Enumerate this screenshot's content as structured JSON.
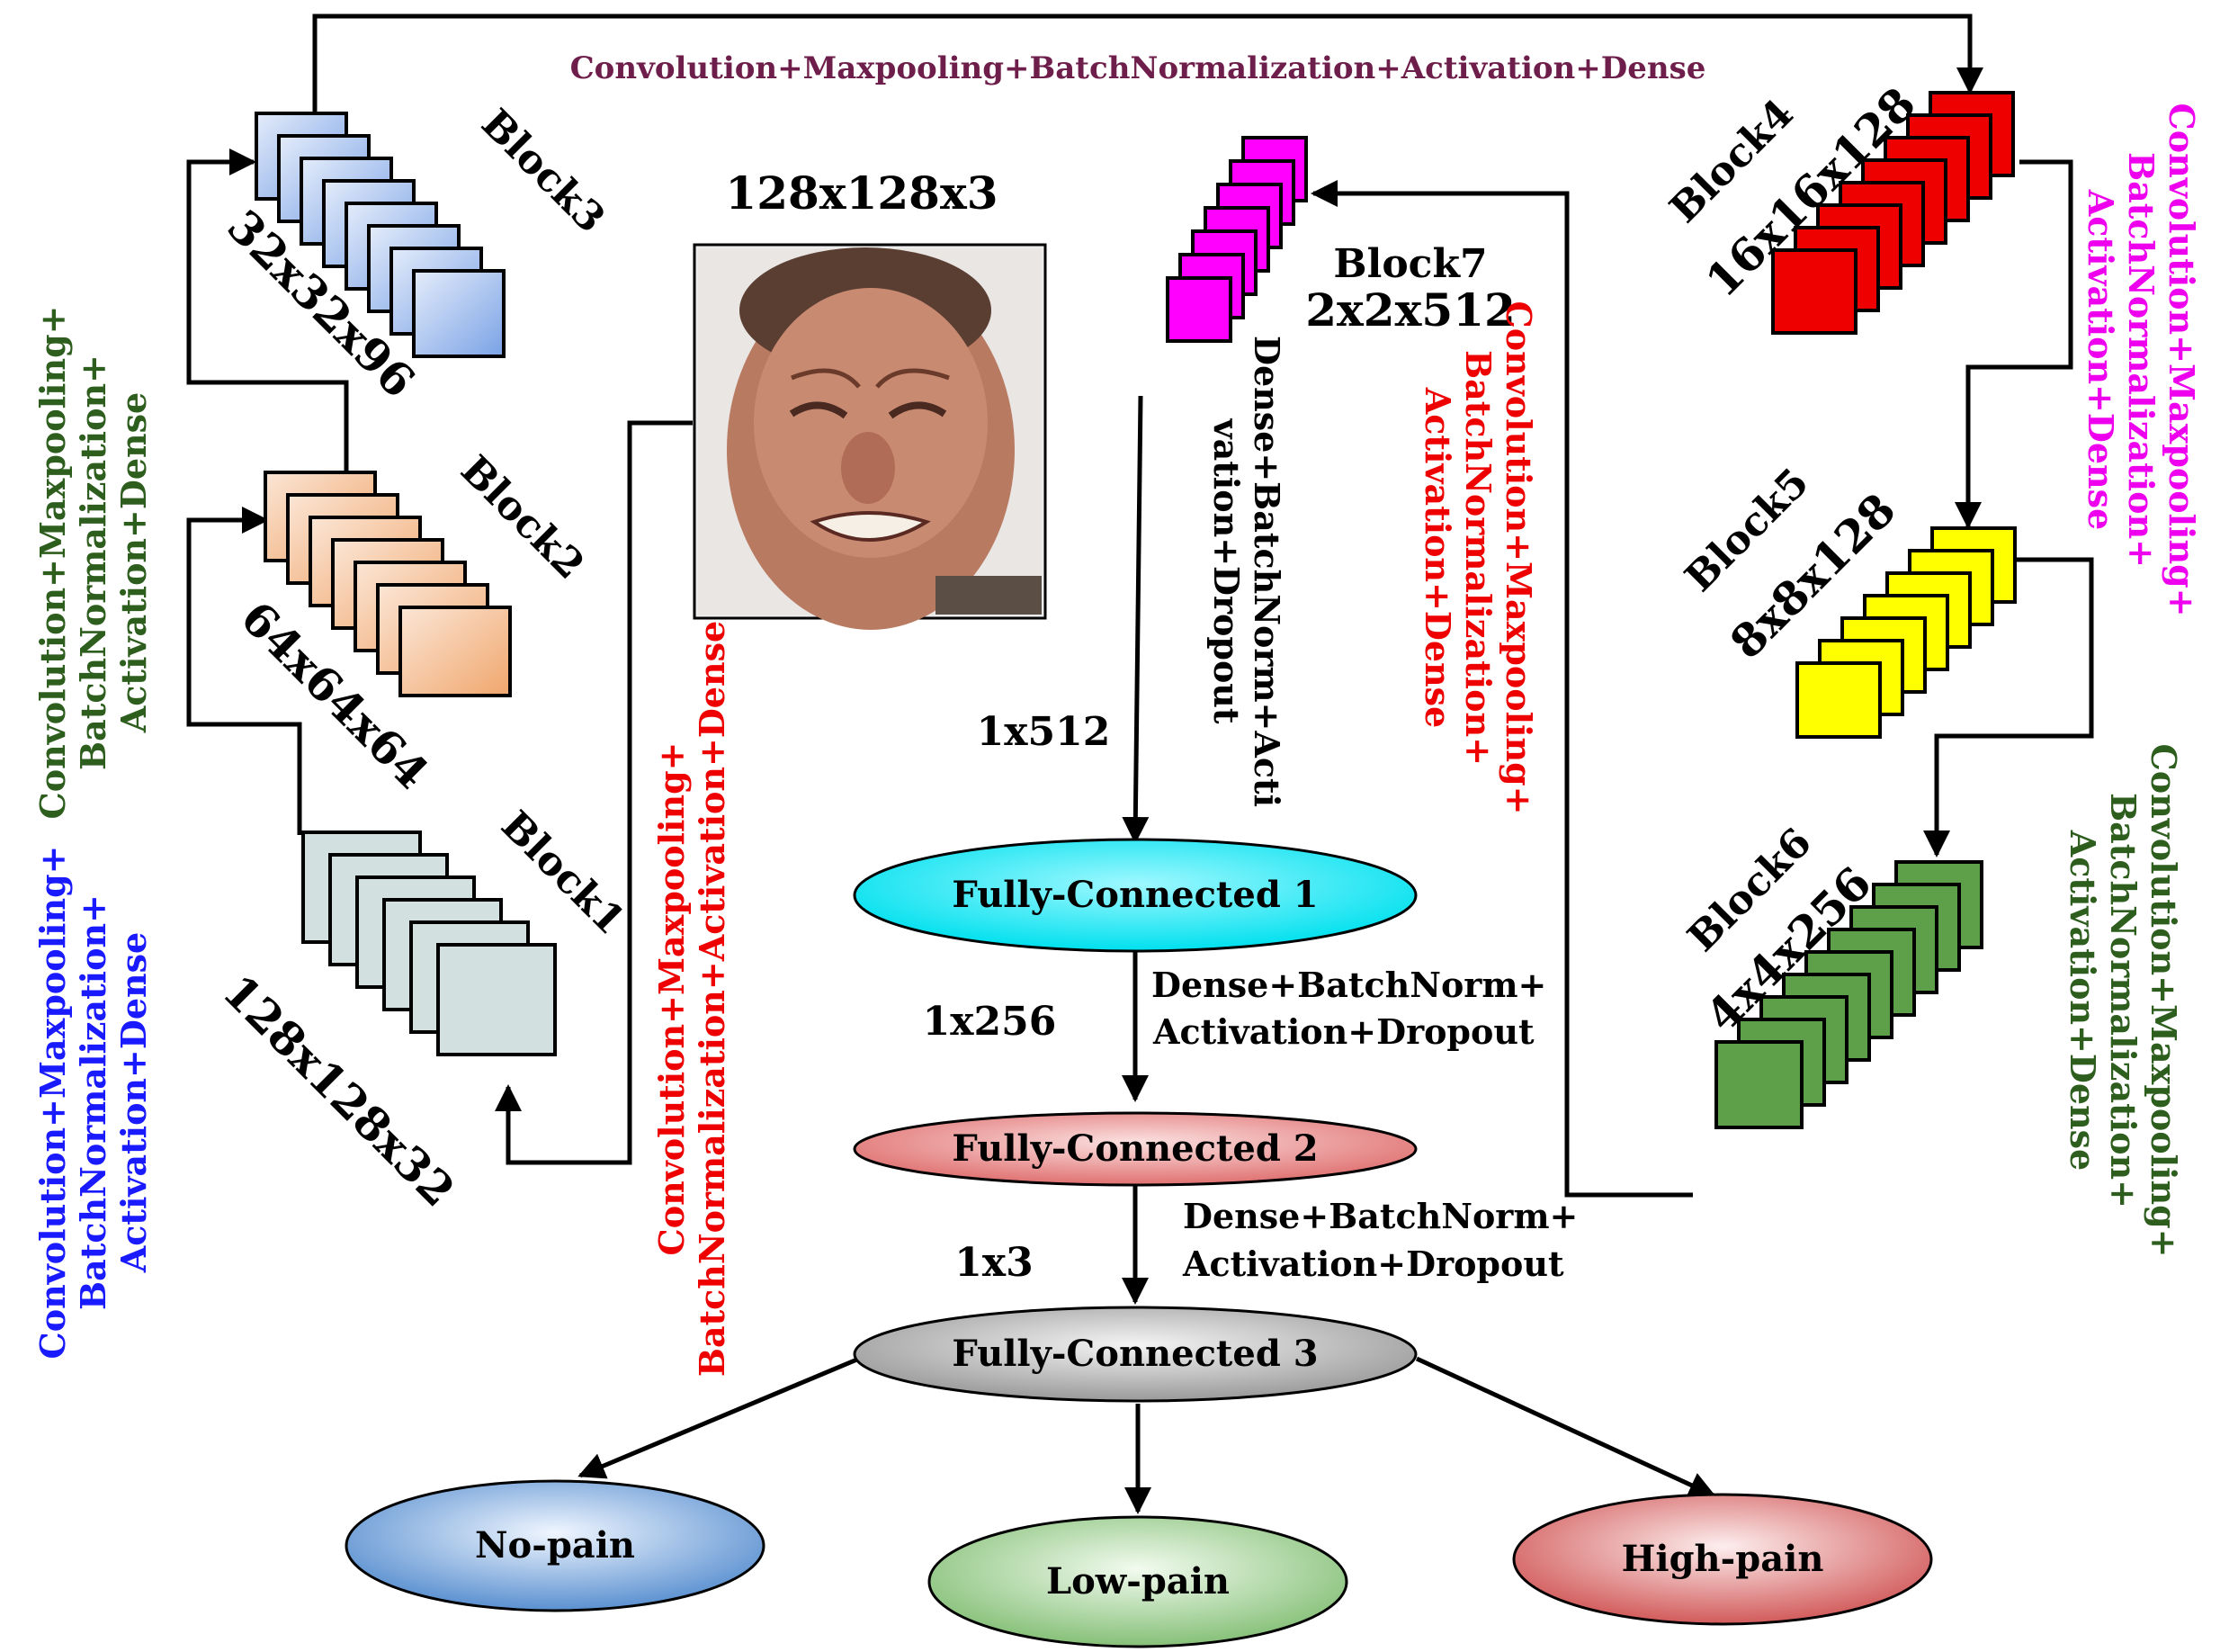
{
  "input": {
    "size_label": "128x128x3",
    "image": "grimacing-face-photo"
  },
  "top_operation": "Convolution+Maxpooling+BatchNormalization+Activation+Dense",
  "blocks": [
    {
      "name": "Block1",
      "dims": "128x128x32",
      "color": "#d3e0e0",
      "operation": [
        "Convolution+Maxpooling+",
        "BatchNormalization+",
        "Activation+Dense"
      ],
      "op_color": "#1a1aff"
    },
    {
      "name": "Block2",
      "dims": "64x64x64",
      "color": "#f4b382",
      "operation": [
        "Convolution+Maxpooling+",
        "BatchNormalization+",
        "Activation+Dense"
      ],
      "op_color": "#2e5e1e"
    },
    {
      "name": "Block3",
      "dims": "32x32x96",
      "color": "#8fb0ea",
      "operation": [],
      "op_color": ""
    },
    {
      "name": "Block4",
      "dims": "16x16x128",
      "color": "#ee0000",
      "operation": [
        "Convolution+Maxpooling+",
        "BatchNormalization+",
        "Activation+Dense"
      ],
      "op_color": "#ee00ee"
    },
    {
      "name": "Block5",
      "dims": "8x8x128",
      "color": "#ffff00",
      "operation": [
        "Convolution+Maxpooling+",
        "BatchNormalization+",
        "Activation+Dense"
      ],
      "op_color": "#2e5e1e"
    },
    {
      "name": "Block6",
      "dims": "4x4x256",
      "color": "#5ea04a",
      "operation": [
        "Convolution+Maxpooling+",
        "BatchNormalization+",
        "Activation+Dense"
      ],
      "op_color": "#ee0000"
    },
    {
      "name": "Block7",
      "dims": "2x2x512",
      "color": "#ff00ff",
      "operation": [],
      "op_color": ""
    }
  ],
  "input_operation": [
    "Convolution+Maxpooling+",
    "BatchNormalization+Activation+Dense"
  ],
  "input_op_color": "#ee0000",
  "block7_to_fc1": {
    "operation": [
      "Dense+BatchNorm+Acti",
      "vation+Dropout"
    ],
    "size": "1x512"
  },
  "fully_connected": [
    {
      "label": "Fully-Connected 1",
      "color": "#00e8f0"
    },
    {
      "label": "Fully-Connected 2",
      "color": "#e07878"
    },
    {
      "label": "Fully-Connected 3",
      "color": "#a8a8a8"
    }
  ],
  "fc1_to_fc2": {
    "operation": [
      "Dense+BatchNorm+",
      "Activation+Dropout"
    ],
    "size": "1x256"
  },
  "fc2_to_fc3": {
    "operation": [
      "Dense+BatchNorm+",
      "Activation+Dropout"
    ],
    "size": "1x3"
  },
  "outputs": [
    {
      "label": "No-pain",
      "color": "#6a9fd8"
    },
    {
      "label": "Low-pain",
      "color": "#8fc880"
    },
    {
      "label": "High-pain",
      "color": "#d86868"
    }
  ]
}
